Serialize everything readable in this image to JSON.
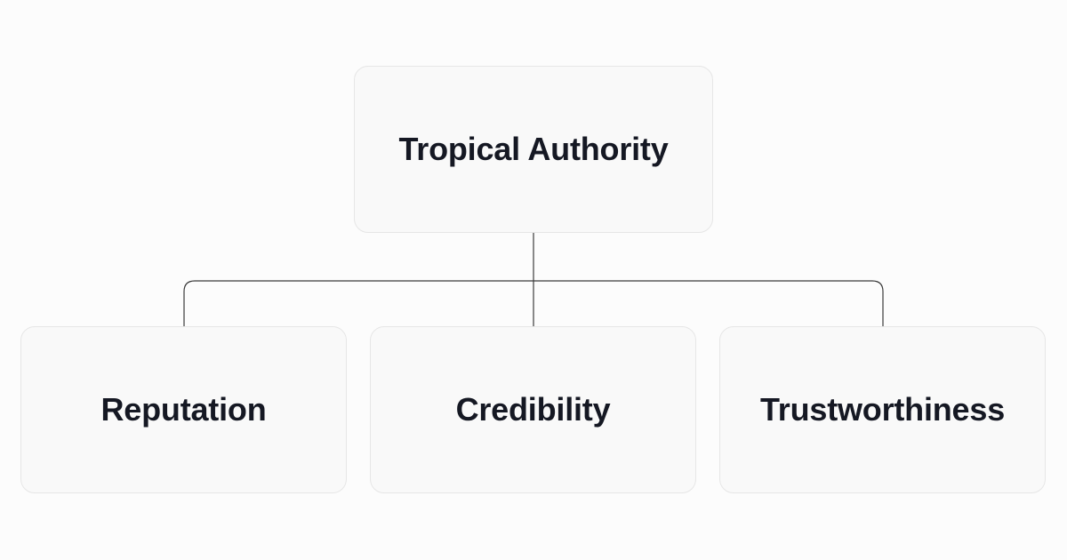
{
  "diagram": {
    "root": {
      "label": "Tropical Authority"
    },
    "children": [
      {
        "label": "Reputation"
      },
      {
        "label": "Credibility"
      },
      {
        "label": "Trustworthiness"
      }
    ],
    "colors": {
      "background": "#fcfcfc",
      "node_fill": "#f9f9f9",
      "node_border": "#e6e6e6",
      "connector": "#3a3a3a",
      "text": "#151823"
    }
  }
}
